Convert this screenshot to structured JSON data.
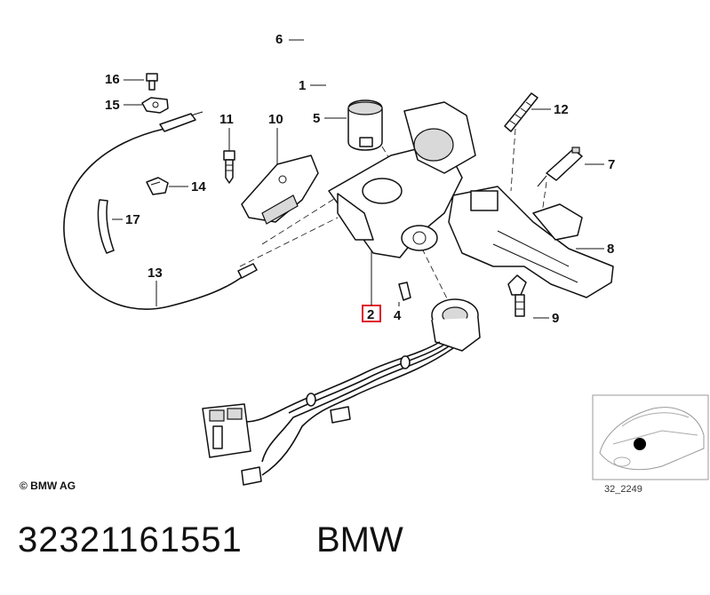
{
  "callouts": {
    "c1": "1",
    "c2": "2",
    "c4": "4",
    "c5": "5",
    "c6": "6",
    "c7": "7",
    "c8": "8",
    "c9": "9",
    "c10": "10",
    "c11": "11",
    "c12": "12",
    "c13": "13",
    "c14": "14",
    "c15": "15",
    "c16": "16",
    "c17": "17"
  },
  "highlight_color": "#e0112b",
  "copyright": "© BMW AG",
  "inset_code": "32_2249",
  "part_number": "32321161551",
  "brand": "BMW"
}
